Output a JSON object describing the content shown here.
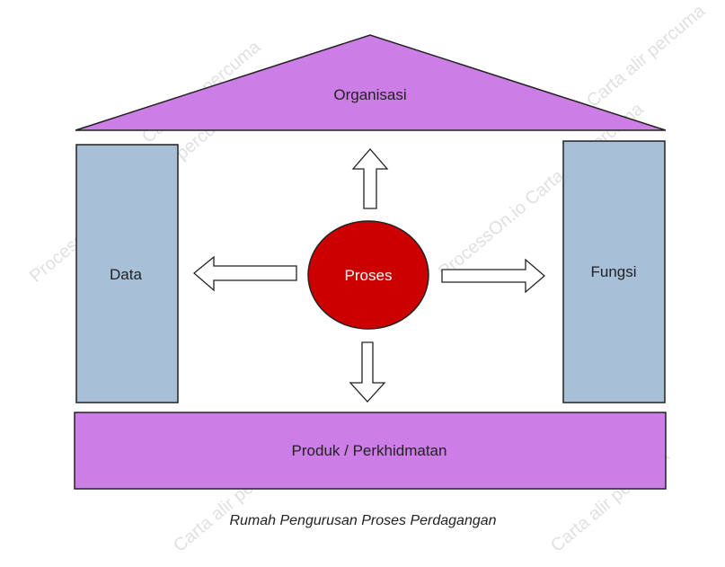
{
  "diagram": {
    "roof_label": "Organisasi",
    "left_pillar_label": "Data",
    "right_pillar_label": "Fungsi",
    "center_label": "Proses",
    "base_label": "Produk / Perkhidmatan",
    "caption": "Rumah Pengurusan Proses Perdagangan"
  },
  "watermark": {
    "text_a": "ProcessOn.io Carta alir percuma",
    "text_b": "Carta alir percuma"
  },
  "colors": {
    "roof": "#cc7ee6",
    "pillar": "#a8bfd8",
    "base": "#cc7ee6",
    "center": "#cc0000",
    "arrow_fill": "#ffffff",
    "stroke": "#222222"
  }
}
